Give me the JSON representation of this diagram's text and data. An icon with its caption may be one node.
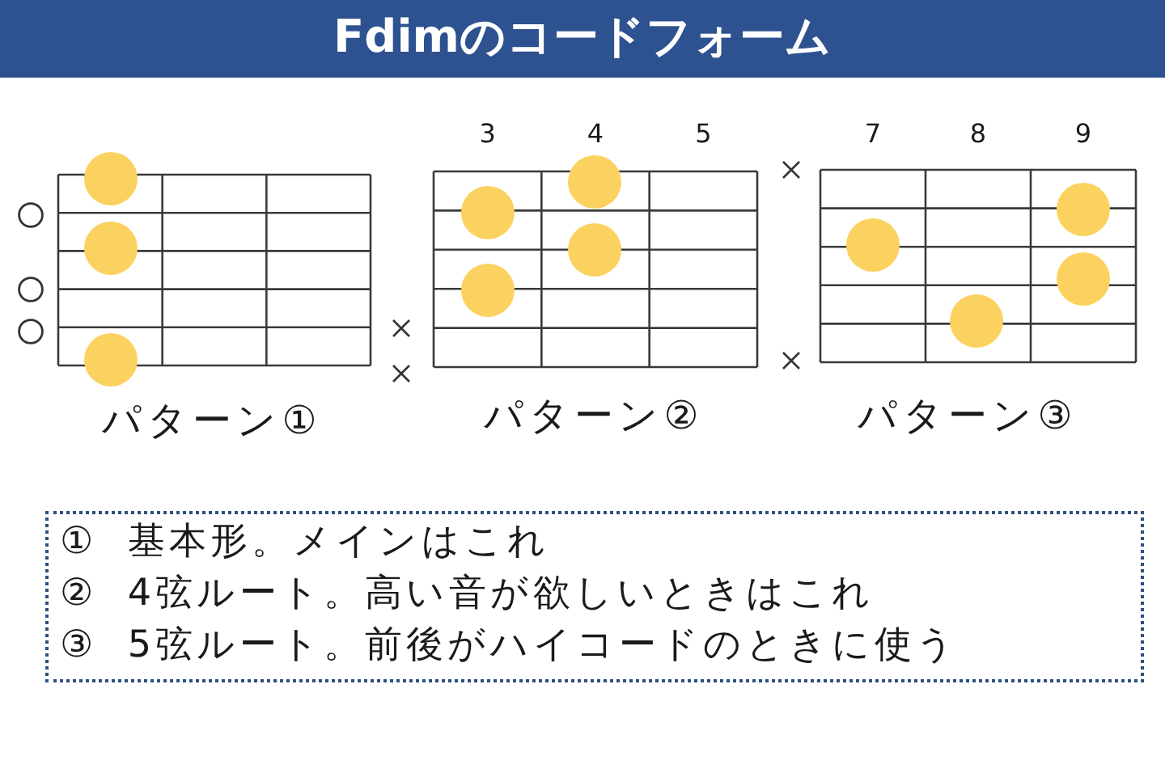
{
  "diagram": {
    "title": "Fdimのコードフォーム",
    "nodes": [
      {
        "text": [
          "パターン①"
        ]
      },
      {
        "text": [
          "パターン②"
        ],
        "beside": [
          "3",
          "4",
          "5"
        ]
      },
      {
        "text": [
          "パターン③"
        ],
        "beside": [
          "7",
          "8",
          "9"
        ]
      },
      {
        "text": [
          "① 基本形。メインはこれ",
          "② 4弦ルート。高い音が欲しいときはこれ",
          "③ 5弦ルート。前後がハイコードのときに使う"
        ]
      }
    ]
  }
}
